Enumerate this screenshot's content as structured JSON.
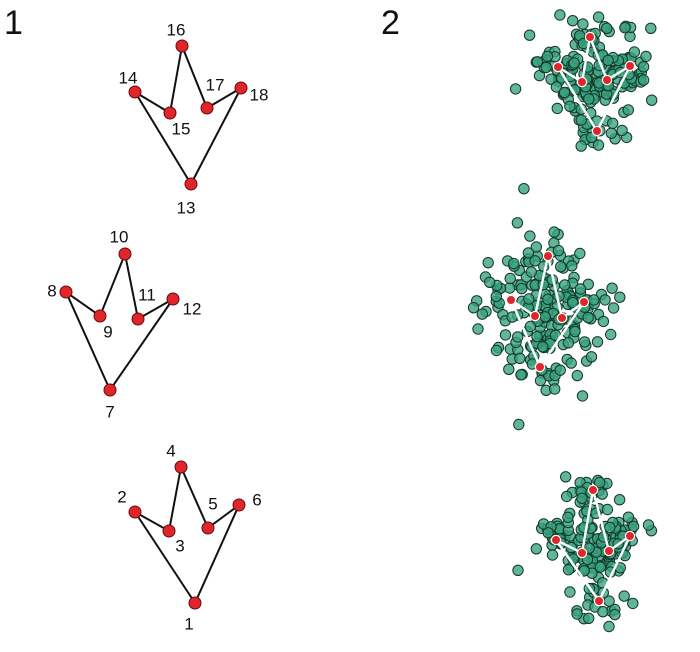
{
  "panels": [
    {
      "id": "1",
      "label": "1"
    },
    {
      "id": "2",
      "label": "2"
    }
  ],
  "colors": {
    "landmark_fill": "#e0262b",
    "landmark_stroke": "#6a0a0a",
    "outline_panel1": "#111111",
    "outline_panel2": "#ffffff",
    "scatter_fill": "#3aa37e",
    "scatter_stroke": "#13382b"
  },
  "landmark_labels": [
    "1",
    "2",
    "3",
    "4",
    "5",
    "6",
    "7",
    "8",
    "9",
    "10",
    "11",
    "12",
    "13",
    "14",
    "15",
    "16",
    "17",
    "18"
  ],
  "outline_order": [
    1,
    2,
    3,
    4,
    5,
    6,
    1
  ]
}
